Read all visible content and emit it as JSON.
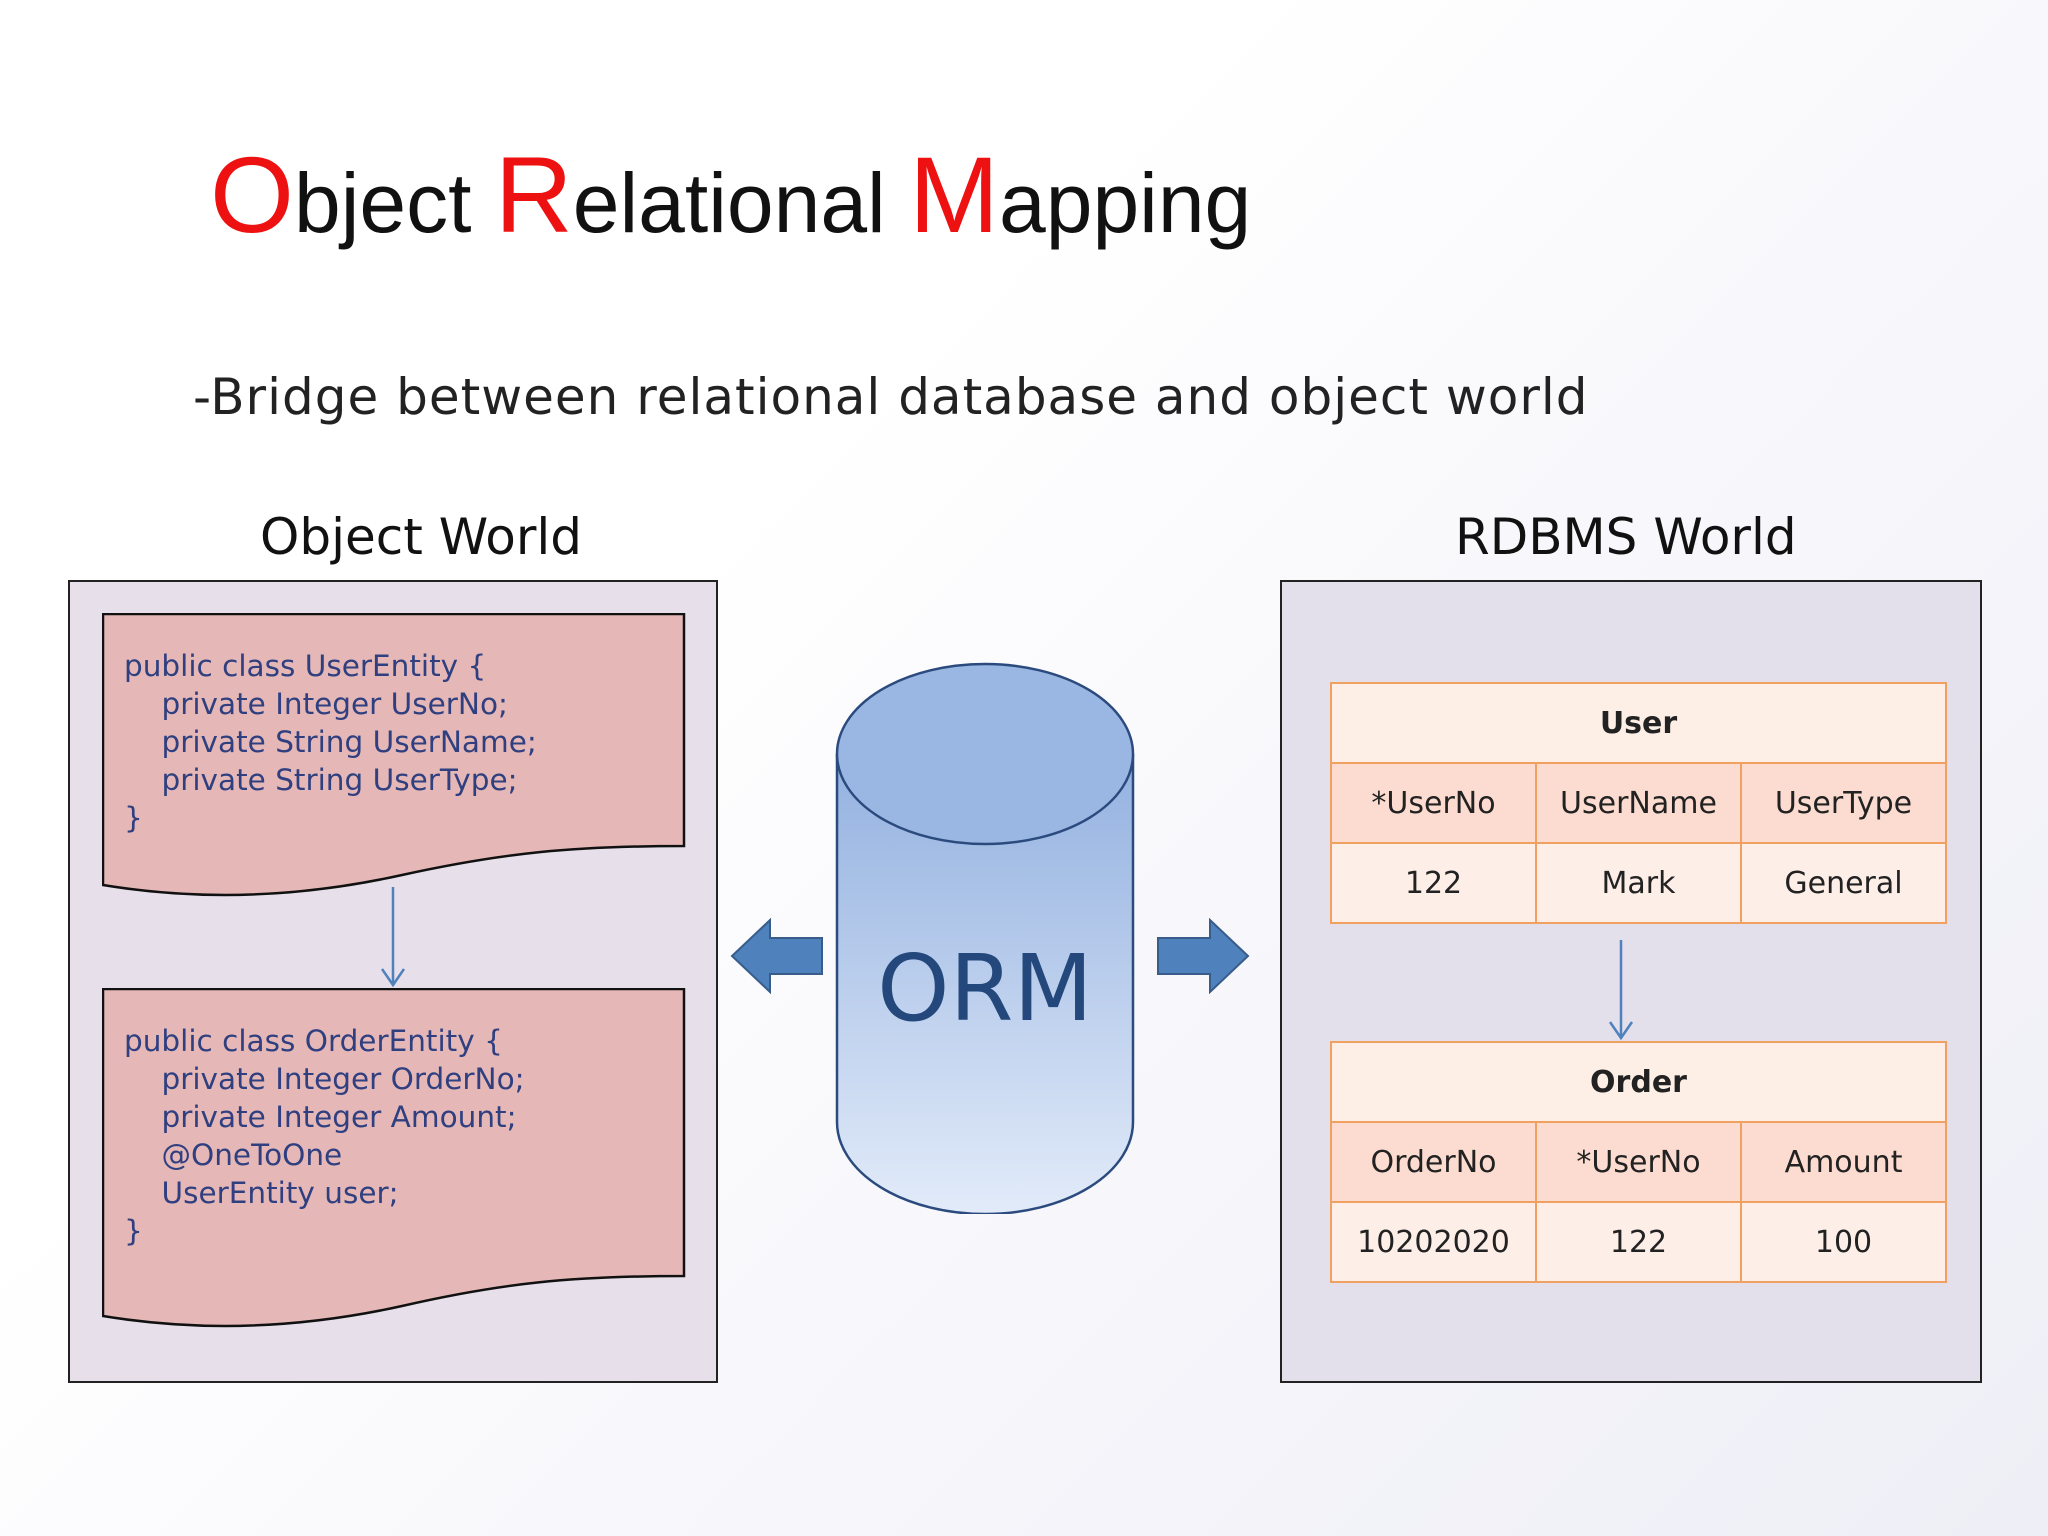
{
  "title": {
    "o_cap": "O",
    "o_rest": "bject",
    "r_cap": "R",
    "r_rest": "elational",
    "m_cap": "M",
    "m_rest": "apping"
  },
  "subtitle": "-Bridge between relational database and object world",
  "object_world": {
    "label": "Object World",
    "user_entity_code": "public class UserEntity {\n    private Integer UserNo;\n    private String UserName;\n    private String UserType;\n}",
    "order_entity_code": "public class OrderEntity {\n    private Integer OrderNo;\n    private Integer Amount;\n    @OneToOne\n    UserEntity user;\n}"
  },
  "orm": {
    "label": "ORM"
  },
  "rdbms_world": {
    "label": "RDBMS World",
    "user_table": {
      "name": "User",
      "columns": [
        "*UserNo",
        "UserName",
        "UserType"
      ],
      "row": [
        "122",
        "Mark",
        "General"
      ]
    },
    "order_table": {
      "name": "Order",
      "columns": [
        "OrderNo",
        "*UserNo",
        "Amount"
      ],
      "row": [
        "10202020",
        "122",
        "100"
      ]
    }
  },
  "colors": {
    "title_accent": "#ee1111",
    "code_text": "#2f3f7f",
    "doc_fill": "#e5b8b7",
    "table_border": "#f0a060",
    "arrow_fill": "#4f81bd",
    "cylinder_text": "#24477c"
  },
  "icons": [
    "left-arrow-icon",
    "right-arrow-icon",
    "database-cylinder-icon",
    "down-arrow-icon"
  ]
}
